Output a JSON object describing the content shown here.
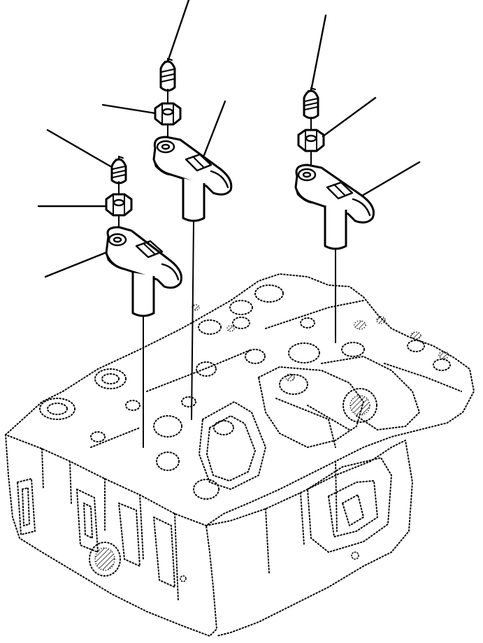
{
  "figure": {
    "kind": "exploded parts diagram",
    "background": "#ffffff",
    "ink": "#000000",
    "labels": []
  },
  "assemblies": [
    {
      "id": "left",
      "parts": [
        "adjusting-screw",
        "lock-nut",
        "rocker-arm",
        "valve-bridge"
      ]
    },
    {
      "id": "center",
      "parts": [
        "adjusting-screw",
        "lock-nut",
        "rocker-arm",
        "valve-bridge"
      ]
    },
    {
      "id": "right",
      "parts": [
        "adjusting-screw",
        "lock-nut",
        "rocker-arm",
        "valve-bridge"
      ]
    }
  ]
}
